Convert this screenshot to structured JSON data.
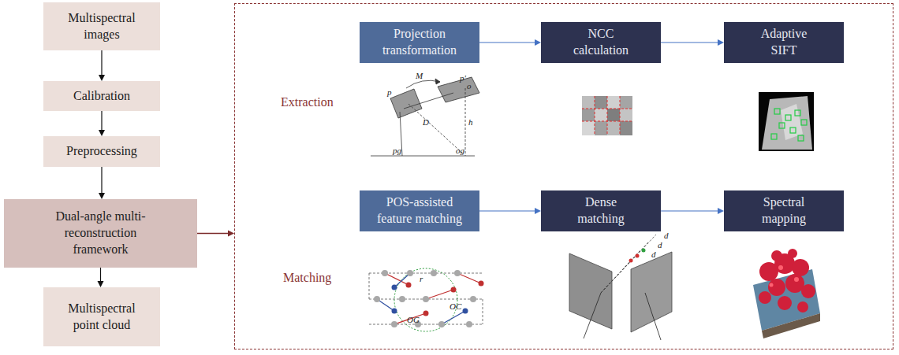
{
  "diagram": {
    "nodes": [
      {
        "text": [
          "Multispectral images"
        ]
      },
      {
        "text": [
          "Calibration"
        ]
      },
      {
        "text": [
          "Preprocessing"
        ]
      },
      {
        "text": [
          "Dual-angle multi-reconstruction framework"
        ]
      },
      {
        "text": [
          "Multispectral point cloud"
        ]
      },
      {
        "text": [
          "Extraction",
          "Matching"
        ]
      },
      {
        "text": [
          "Projection transformation"
        ],
        "in": 5
      },
      {
        "text": [
          "NCC calculation"
        ],
        "in": 5
      },
      {
        "text": [
          "Adaptive SIFT"
        ],
        "in": 5
      },
      {
        "text": [
          "POS-assisted feature matching"
        ],
        "in": 5
      },
      {
        "text": [
          "Dense matching"
        ],
        "in": 5
      },
      {
        "text": [
          "Spectral mapping"
        ],
        "in": 5
      }
    ],
    "edges": [
      {
        "from": 0,
        "to": 1,
        "arrow": "to"
      },
      {
        "from": 1,
        "to": 2,
        "arrow": "to"
      },
      {
        "from": 2,
        "to": 3,
        "arrow": "to"
      },
      {
        "from": 3,
        "to": 4,
        "arrow": "to"
      },
      {
        "from": 3,
        "to": 5,
        "arrow": "to"
      },
      {
        "from": 6,
        "to": 7,
        "arrow": "to"
      },
      {
        "from": 7,
        "to": 8,
        "arrow": "to"
      },
      {
        "from": 9,
        "to": 10,
        "arrow": "to"
      },
      {
        "from": 10,
        "to": 11,
        "arrow": "to"
      }
    ],
    "labels": [
      "M",
      "p′",
      "p",
      "o",
      "D",
      "h",
      "pg",
      "og",
      "r",
      "OC",
      "OG",
      "d",
      "d",
      "d"
    ]
  }
}
